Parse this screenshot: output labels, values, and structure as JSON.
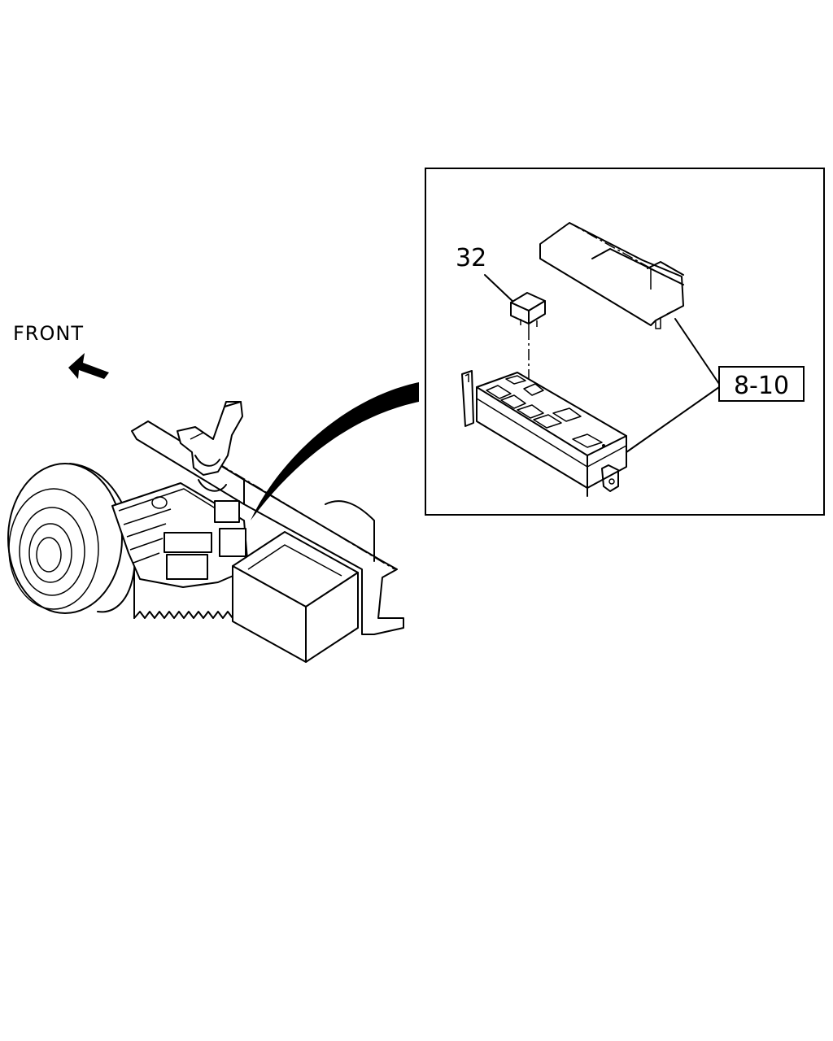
{
  "labels": {
    "front": "FRONT",
    "relay_part": "32",
    "fuse_box_part": "8-10"
  },
  "icons": {
    "direction_arrow": "front-arrow-icon"
  }
}
